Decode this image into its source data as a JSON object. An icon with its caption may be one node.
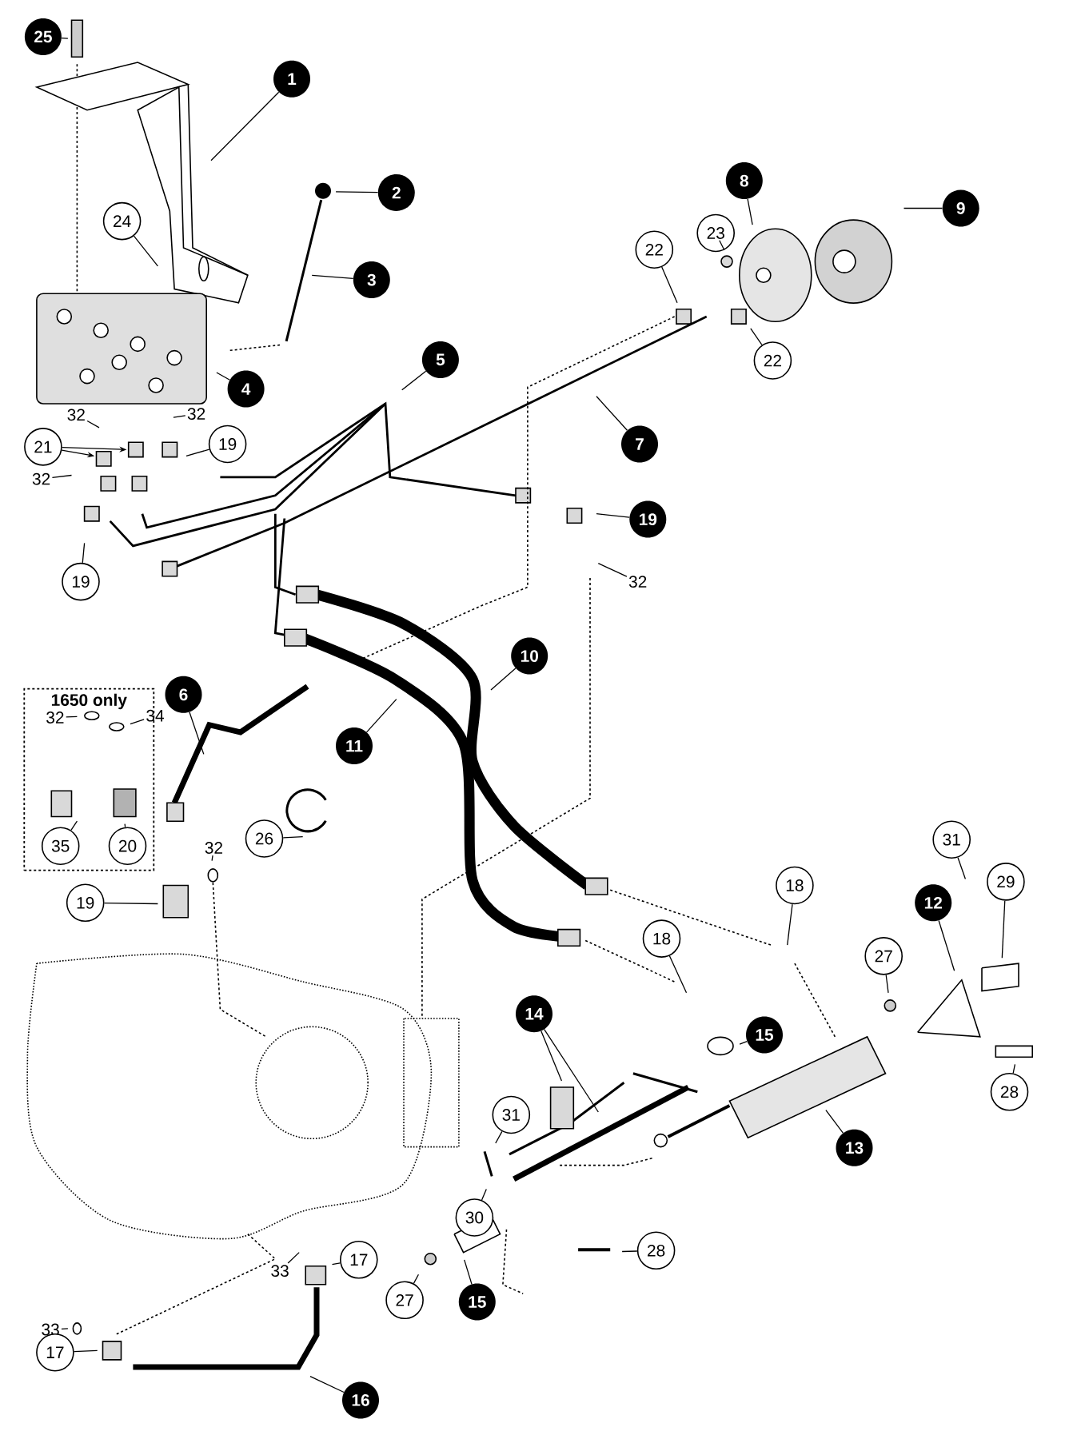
{
  "diagram": {
    "nodes": [
      {
        "text": [
          "25"
        ]
      },
      {
        "text": [
          "1"
        ]
      },
      {
        "text": [
          "2"
        ]
      },
      {
        "text": [
          "24"
        ]
      },
      {
        "text": [
          "3"
        ]
      },
      {
        "text": [
          "4"
        ]
      },
      {
        "text": [
          "5"
        ]
      },
      {
        "text": [
          "22"
        ]
      },
      {
        "text": [
          "23"
        ]
      },
      {
        "text": [
          "8"
        ]
      },
      {
        "text": [
          "9"
        ]
      },
      {
        "text": [
          "22"
        ]
      },
      {
        "text": [
          "7"
        ]
      },
      {
        "text": [
          "32"
        ]
      },
      {
        "text": [
          "32"
        ]
      },
      {
        "text": [
          "21"
        ]
      },
      {
        "text": [
          "19"
        ]
      },
      {
        "text": [
          "32"
        ]
      },
      {
        "text": [
          "19"
        ]
      },
      {
        "text": [
          "19"
        ]
      },
      {
        "text": [
          "32"
        ]
      },
      {
        "text": [
          "10"
        ]
      },
      {
        "text": [
          "11"
        ]
      },
      {
        "text": [
          "1650 only"
        ]
      },
      {
        "text": [
          "32"
        ],
        "in": 23
      },
      {
        "text": [
          "34"
        ],
        "in": 23
      },
      {
        "text": [
          "35"
        ],
        "in": 23
      },
      {
        "text": [
          "20"
        ],
        "in": 23
      },
      {
        "text": [
          "6"
        ]
      },
      {
        "text": [
          "26"
        ]
      },
      {
        "text": [
          "32"
        ]
      },
      {
        "text": [
          "19"
        ]
      },
      {
        "text": [
          "18"
        ]
      },
      {
        "text": [
          "18"
        ]
      },
      {
        "text": [
          "31"
        ]
      },
      {
        "text": [
          "29"
        ]
      },
      {
        "text": [
          "12"
        ]
      },
      {
        "text": [
          "27"
        ]
      },
      {
        "text": [
          "15"
        ]
      },
      {
        "text": [
          "28"
        ]
      },
      {
        "text": [
          "14"
        ]
      },
      {
        "text": [
          "31"
        ]
      },
      {
        "text": [
          "13"
        ]
      },
      {
        "text": [
          "30"
        ]
      },
      {
        "text": [
          "17"
        ]
      },
      {
        "text": [
          "33"
        ]
      },
      {
        "text": [
          "28"
        ]
      },
      {
        "text": [
          "27"
        ]
      },
      {
        "text": [
          "15"
        ]
      },
      {
        "text": [
          "33"
        ]
      },
      {
        "text": [
          "17"
        ]
      },
      {
        "text": [
          "16"
        ]
      }
    ],
    "edges": [
      {
        "from": 0,
        "to": null,
        "arrow": "none"
      },
      {
        "from": 1,
        "to": null,
        "arrow": "none"
      },
      {
        "from": 2,
        "to": null,
        "arrow": "none"
      },
      {
        "from": 3,
        "to": null,
        "arrow": "none"
      },
      {
        "from": 4,
        "to": null,
        "arrow": "none"
      },
      {
        "from": 5,
        "to": null,
        "arrow": "none"
      },
      {
        "from": 6,
        "to": null,
        "arrow": "none"
      },
      {
        "from": 7,
        "to": null,
        "arrow": "none"
      },
      {
        "from": 8,
        "to": null,
        "arrow": "none"
      },
      {
        "from": 9,
        "to": null,
        "arrow": "none"
      },
      {
        "from": 10,
        "to": null,
        "arrow": "none"
      },
      {
        "from": 11,
        "to": null,
        "arrow": "none"
      },
      {
        "from": 12,
        "to": null,
        "arrow": "none"
      },
      {
        "from": 13,
        "to": null,
        "arrow": "none"
      },
      {
        "from": 14,
        "to": null,
        "arrow": "none"
      },
      {
        "from": 15,
        "to": null,
        "arrow": "to"
      },
      {
        "from": 15,
        "to": null,
        "arrow": "to"
      },
      {
        "from": 16,
        "to": null,
        "arrow": "none"
      },
      {
        "from": 17,
        "to": null,
        "arrow": "none"
      },
      {
        "from": 18,
        "to": null,
        "arrow": "none"
      },
      {
        "from": 19,
        "to": null,
        "arrow": "none"
      },
      {
        "from": 20,
        "to": null,
        "arrow": "none"
      },
      {
        "from": 21,
        "to": null,
        "arrow": "none"
      },
      {
        "from": 22,
        "to": null,
        "arrow": "none"
      },
      {
        "from": 24,
        "to": null,
        "arrow": "none"
      },
      {
        "from": 25,
        "to": null,
        "arrow": "none"
      },
      {
        "from": 26,
        "to": null,
        "arrow": "none"
      },
      {
        "from": 27,
        "to": null,
        "arrow": "none"
      },
      {
        "from": 28,
        "to": null,
        "arrow": "none"
      },
      {
        "from": 29,
        "to": null,
        "arrow": "none"
      },
      {
        "from": 30,
        "to": null,
        "arrow": "none"
      },
      {
        "from": 31,
        "to": null,
        "arrow": "none"
      },
      {
        "from": 32,
        "to": null,
        "arrow": "none"
      },
      {
        "from": 33,
        "to": null,
        "arrow": "none"
      },
      {
        "from": 34,
        "to": null,
        "arrow": "none"
      },
      {
        "from": 35,
        "to": null,
        "arrow": "none"
      },
      {
        "from": 36,
        "to": null,
        "arrow": "none"
      },
      {
        "from": 37,
        "to": null,
        "arrow": "none"
      },
      {
        "from": 38,
        "to": null,
        "arrow": "none"
      },
      {
        "from": 39,
        "to": null,
        "arrow": "none"
      },
      {
        "from": 40,
        "to": null,
        "arrow": "none"
      },
      {
        "from": 40,
        "to": null,
        "arrow": "none"
      },
      {
        "from": 41,
        "to": null,
        "arrow": "none"
      },
      {
        "from": 42,
        "to": null,
        "arrow": "none"
      },
      {
        "from": 43,
        "to": null,
        "arrow": "none"
      },
      {
        "from": 44,
        "to": null,
        "arrow": "none"
      },
      {
        "from": 45,
        "to": null,
        "arrow": "none"
      },
      {
        "from": 46,
        "to": null,
        "arrow": "none"
      },
      {
        "from": 47,
        "to": null,
        "arrow": "none"
      },
      {
        "from": 48,
        "to": null,
        "arrow": "none"
      },
      {
        "from": 49,
        "to": null,
        "arrow": "none"
      },
      {
        "from": 50,
        "to": null,
        "arrow": "none"
      },
      {
        "from": 51,
        "to": null,
        "arrow": "none"
      }
    ]
  }
}
